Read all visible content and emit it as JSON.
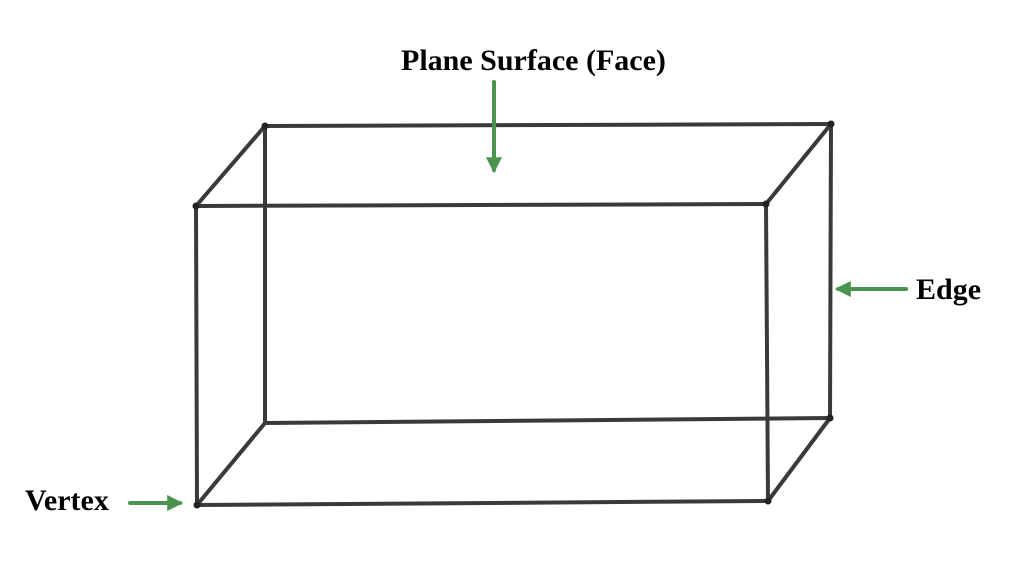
{
  "labels": {
    "face": "Plane Surface (Face)",
    "edge": "Edge",
    "vertex": "Vertex"
  },
  "colors": {
    "edge_line": "#3a3a3a",
    "arrow": "#4a9450",
    "text": "#000000",
    "background": "#ffffff"
  }
}
